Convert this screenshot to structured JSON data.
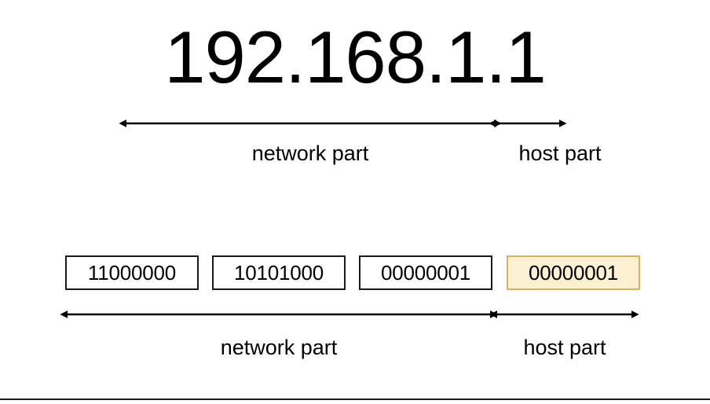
{
  "diagram": {
    "title": "192.168.1.1",
    "ip_address": "192.168.1.1",
    "top_span_labels": {
      "network": "network part",
      "host": "host part"
    },
    "bottom_span_labels": {
      "network": "network part",
      "host": "host part"
    },
    "octets": [
      {
        "binary": "11000000",
        "decimal": "192",
        "part": "network",
        "highlighted": false
      },
      {
        "binary": "10101000",
        "decimal": "168",
        "part": "network",
        "highlighted": false
      },
      {
        "binary": "00000001",
        "decimal": "1",
        "part": "network",
        "highlighted": false
      },
      {
        "binary": "00000001",
        "decimal": "1",
        "part": "host",
        "highlighted": true
      }
    ],
    "colors": {
      "background": "#ffffff",
      "ink": "#000000",
      "box_border": "#1a1a1a",
      "highlight_fill": "#fcf0d0",
      "highlight_border": "#d8b263",
      "rule": "#1a1a1a"
    }
  }
}
